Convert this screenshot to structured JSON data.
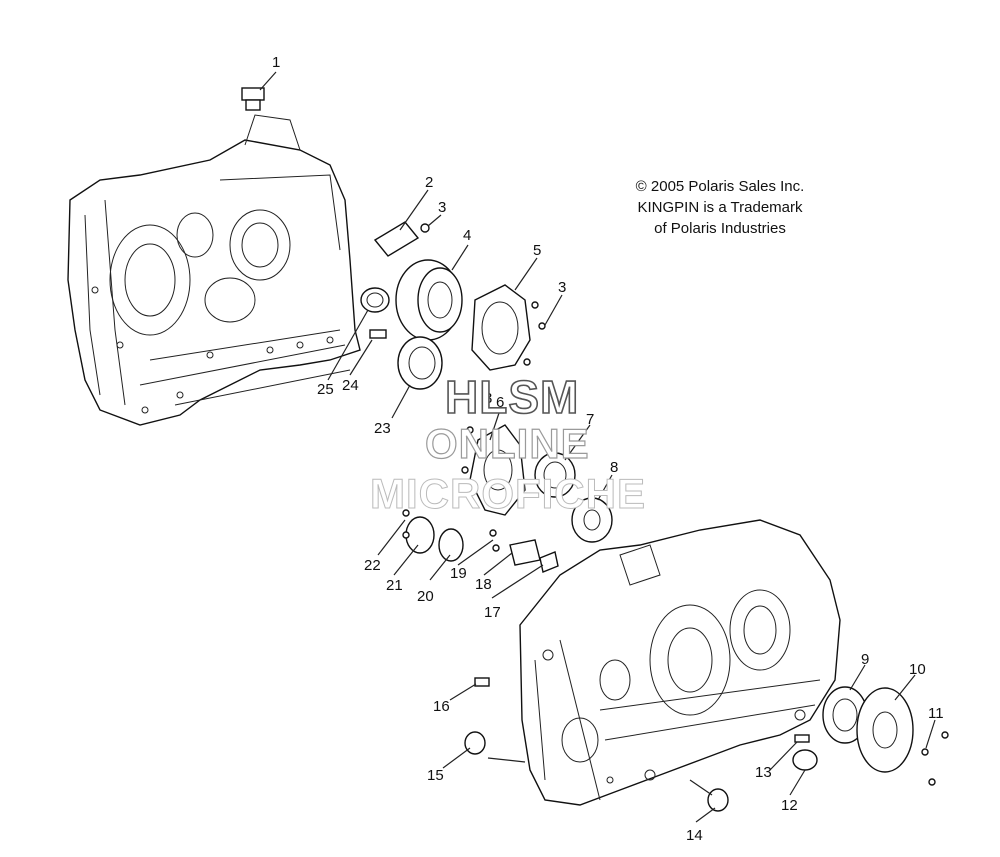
{
  "copyright": {
    "line1": "© 2005 Polaris Sales Inc.",
    "line2": "KINGPIN is a Trademark",
    "line3": "of Polaris Industries"
  },
  "watermark": {
    "line1": "HLSM",
    "line2": "ONLINE",
    "line3": "MICROFICHE"
  },
  "callouts": [
    "1",
    "2",
    "3",
    "4",
    "5",
    "3",
    "3",
    "6",
    "7",
    "8",
    "9",
    "10",
    "11",
    "12",
    "13",
    "14",
    "15",
    "16",
    "17",
    "18",
    "19",
    "20",
    "21",
    "22",
    "23",
    "24",
    "25"
  ]
}
